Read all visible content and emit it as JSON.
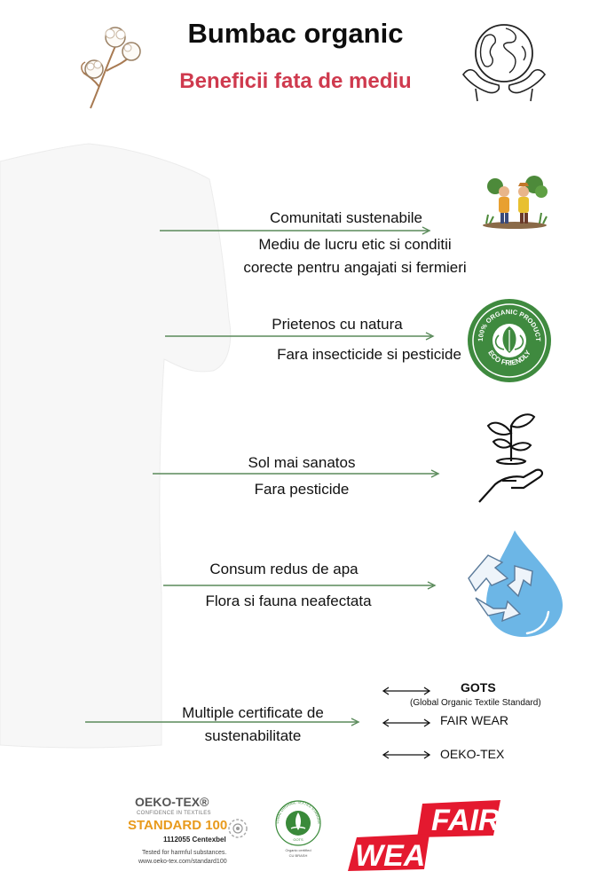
{
  "header": {
    "title": "Bumbac organic",
    "subtitle": "Beneficii fata de mediu"
  },
  "benefits": [
    {
      "title": "Comunitati sustenabile",
      "line1": "Mediu de lucru etic si conditii",
      "line2": "corecte pentru angajati si fermieri",
      "icon": "farmers-icon"
    },
    {
      "title": "Prietenos cu natura",
      "line1": "Fara insecticide si pesticide",
      "icon": "eco-friendly-badge-icon"
    },
    {
      "title": "Sol mai sanatos",
      "line1": "Fara pesticide",
      "icon": "plant-hand-icon"
    },
    {
      "title": "Consum redus de apa",
      "line1": "Flora si fauna neafectata",
      "icon": "water-recycle-icon"
    }
  ],
  "certifications": {
    "title_line1": "Multiple certificate de",
    "title_line2": "sustenabilitate",
    "items": [
      {
        "name": "GOTS",
        "detail": "(Global Organic Textile Standard)"
      },
      {
        "name": "FAIR WEAR"
      },
      {
        "name": "OEKO-TEX"
      }
    ]
  },
  "badge": {
    "line1": "100% ORGANIC PRODUCT",
    "line2": "ECO FRIENDLY"
  },
  "logos": {
    "oeko": {
      "brand": "OEKO-TEX®",
      "tagline": "CONFIDENCE IN TEXTILES",
      "standard": "STANDARD 100",
      "code": "1112055 Centexbel",
      "tested": "Tested for harmful substances.",
      "url": "www.oeko-tex.com/standard100"
    },
    "gots": {
      "ring": "GLOBAL ORGANIC TEXTILE STANDARD",
      "short": "GOTS",
      "cert1": "Organic certified",
      "cert2": "CU BRASH"
    },
    "fairwear": {
      "line1": "FAIR",
      "line2": "WEAR"
    }
  },
  "colors": {
    "title": "#0d0d0d",
    "subtitle": "#cf3a4e",
    "arrow": "#5a8a5a",
    "badge": "#3f8a3f",
    "water": "#6cb6e6",
    "fairwear": "#e4192f",
    "oeko_orange": "#e89a1c"
  }
}
